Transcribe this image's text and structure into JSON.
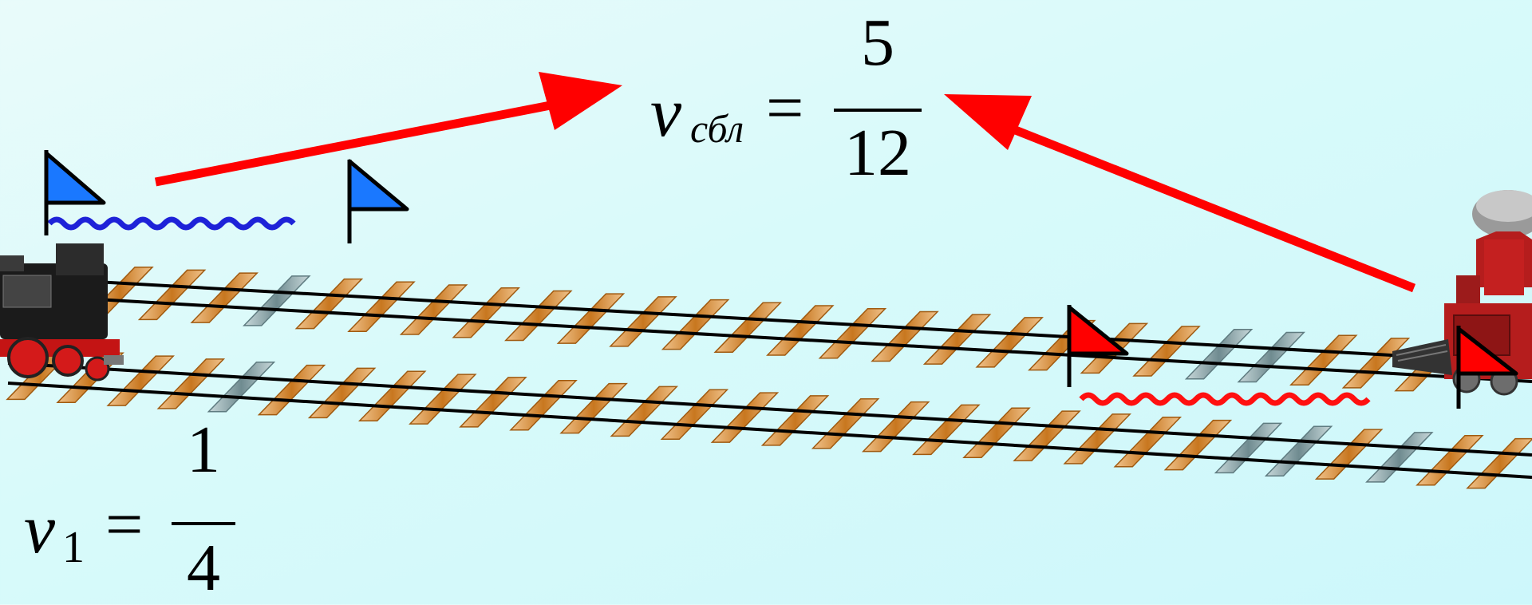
{
  "formula_closing_speed": {
    "variable": "v",
    "subscript": "сбл",
    "equals": "=",
    "numerator": "5",
    "denominator": "12"
  },
  "formula_speed_1": {
    "variable": "v",
    "subscript": "1",
    "equals": "=",
    "numerator": "1",
    "denominator": "4"
  },
  "colors": {
    "arrow": "#ff0000",
    "blue_flag": "#1a78ff",
    "red_flag": "#ff0000",
    "blue_wave": "#1e22d8",
    "red_wave": "#ff1010",
    "rail": "#000000",
    "sleeper_wood": "#d7934a",
    "sleeper_gray": "#8fa9ad"
  },
  "icons": [
    "blue-flag-icon",
    "red-flag-icon",
    "left-locomotive-icon",
    "right-locomotive-icon"
  ]
}
